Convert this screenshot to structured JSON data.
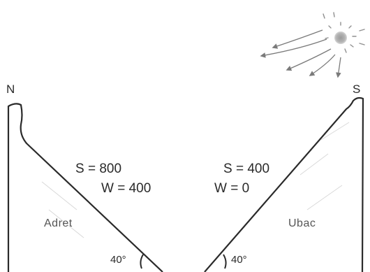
{
  "compass": {
    "north": "N",
    "south": "S"
  },
  "north_slope": {
    "s_value": "S = 800",
    "w_value": "W = 400",
    "name": "Adret",
    "angle": "40°"
  },
  "south_slope": {
    "s_value": "S = 400",
    "w_value": "W = 0",
    "name": "Ubac",
    "angle": "40°"
  },
  "colors": {
    "ink": "#2a2a2a",
    "sun": "#888888",
    "rays": "#7a7a7a"
  },
  "icons": {
    "sun": "sun-icon",
    "rays": "sun-ray-arrows"
  }
}
